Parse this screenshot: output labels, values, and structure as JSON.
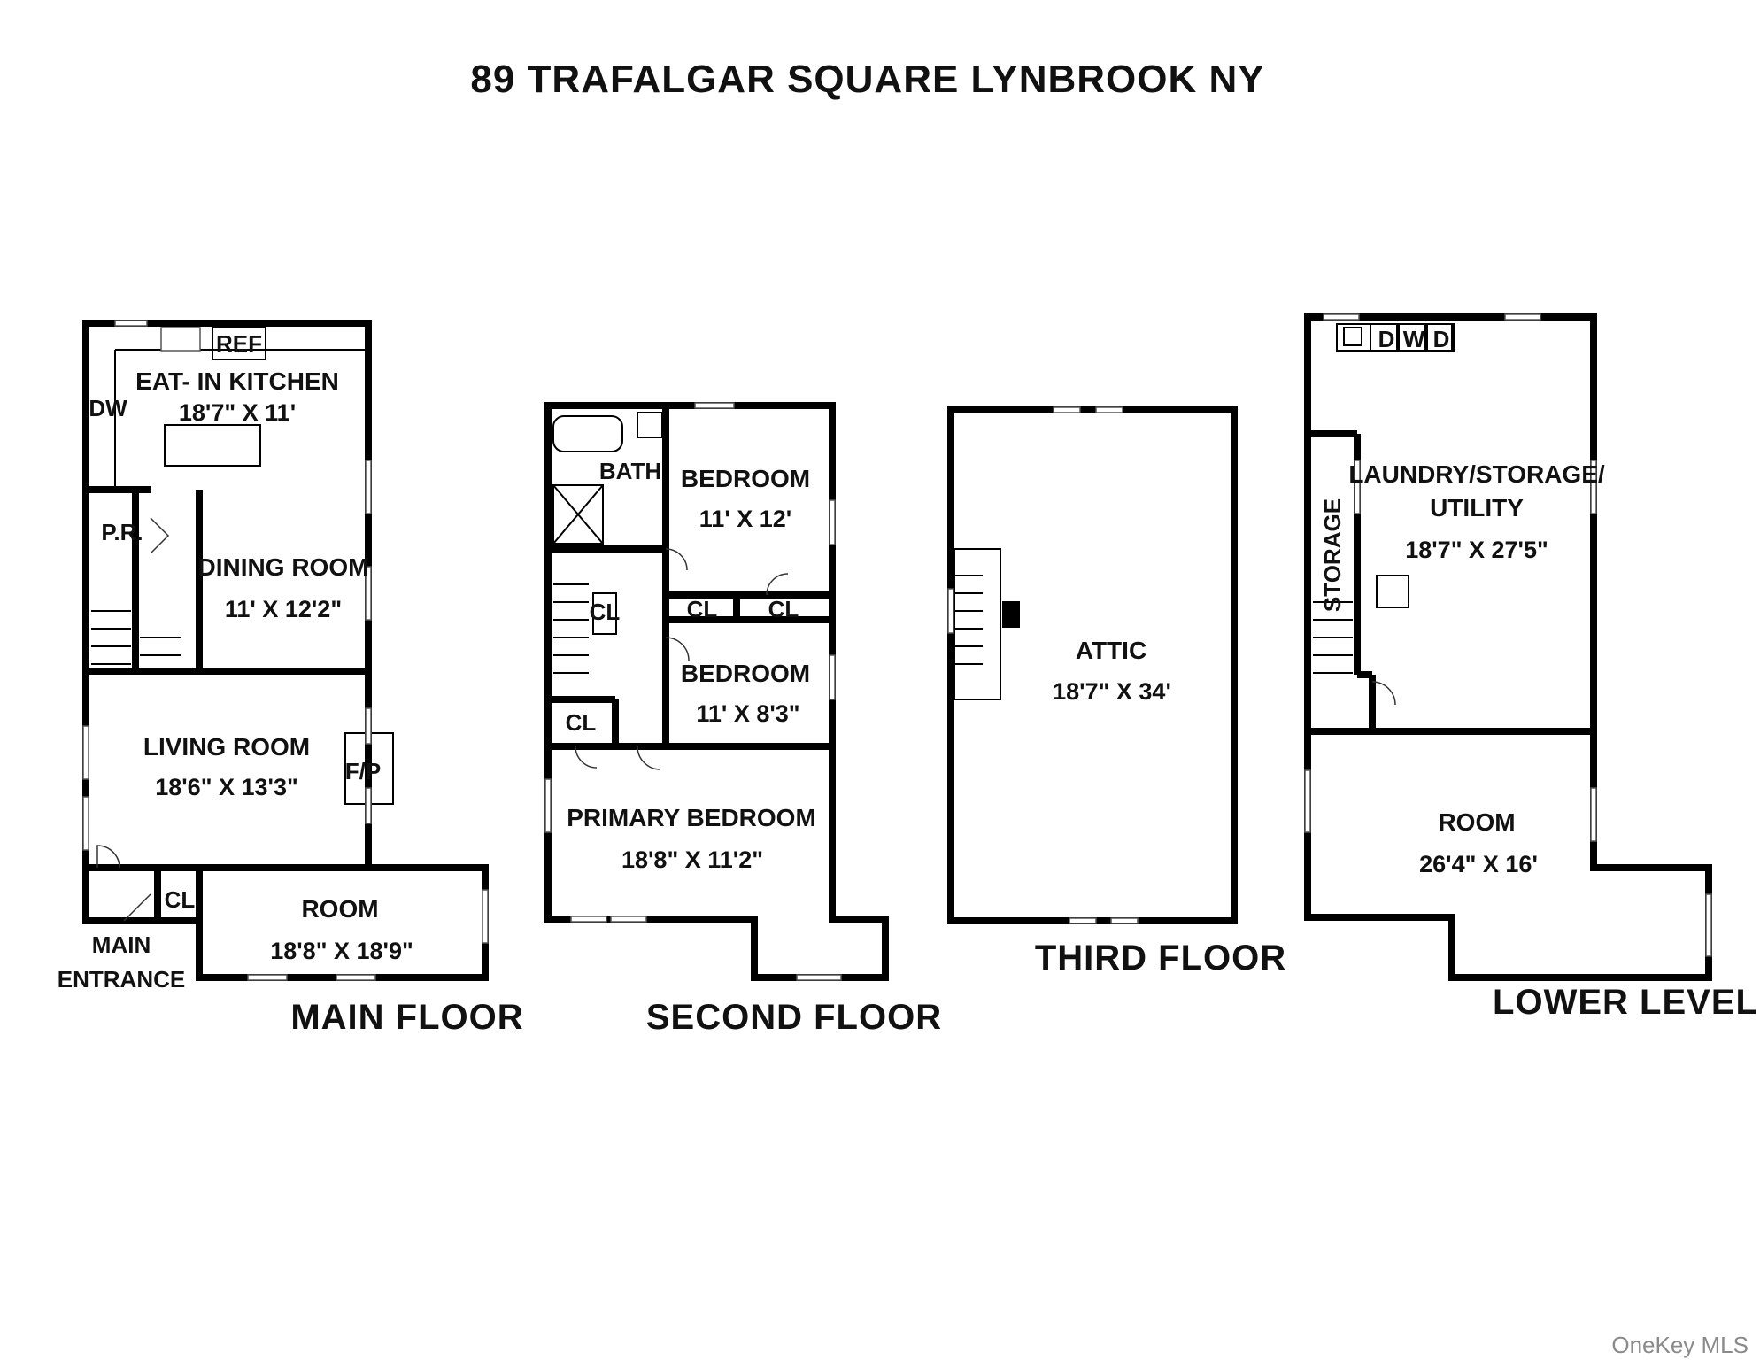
{
  "title": "89 TRAFALGAR SQUARE LYNBROOK NY",
  "watermark": "OneKey MLS",
  "floors": {
    "main": {
      "label": "MAIN FLOOR",
      "rooms": {
        "kitchen": {
          "name": "EAT- IN KITCHEN",
          "dims": "18'7\" X 11'"
        },
        "dining": {
          "name": "DINING ROOM",
          "dims": "11' X 12'2\""
        },
        "living": {
          "name": "LIVING ROOM",
          "dims": "18'6\" X 13'3\""
        },
        "room": {
          "name": "ROOM",
          "dims": "18'8\" X 18'9\""
        }
      },
      "fixtures": {
        "ref": "REF",
        "dw": "DW",
        "pr": "P.R.",
        "fp": "F/P",
        "cl": "CL"
      },
      "entrance": {
        "line1": "MAIN",
        "line2": "ENTRANCE"
      }
    },
    "second": {
      "label": "SECOND FLOOR",
      "rooms": {
        "bath": {
          "name": "BATH"
        },
        "bedroom1": {
          "name": "BEDROOM",
          "dims": "11' X 12'"
        },
        "bedroom2": {
          "name": "BEDROOM",
          "dims": "11' X 8'3\""
        },
        "primary": {
          "name": "PRIMARY BEDROOM",
          "dims": "18'8\" X 11'2\""
        }
      },
      "fixtures": {
        "cl": "CL"
      }
    },
    "third": {
      "label": "THIRD FLOOR",
      "rooms": {
        "attic": {
          "name": "ATTIC",
          "dims": "18'7\" X 34'"
        }
      }
    },
    "lower": {
      "label": "LOWER LEVEL",
      "rooms": {
        "laundry": {
          "line1": "LAUNDRY/STORAGE/",
          "line2": "UTILITY",
          "dims": "18'7\" X 27'5\""
        },
        "storage": {
          "name": "STORAGE"
        },
        "room": {
          "name": "ROOM",
          "dims": "26'4\" X 16'"
        }
      },
      "fixtures": {
        "d1": "D",
        "w": "W",
        "d2": "D"
      }
    }
  }
}
